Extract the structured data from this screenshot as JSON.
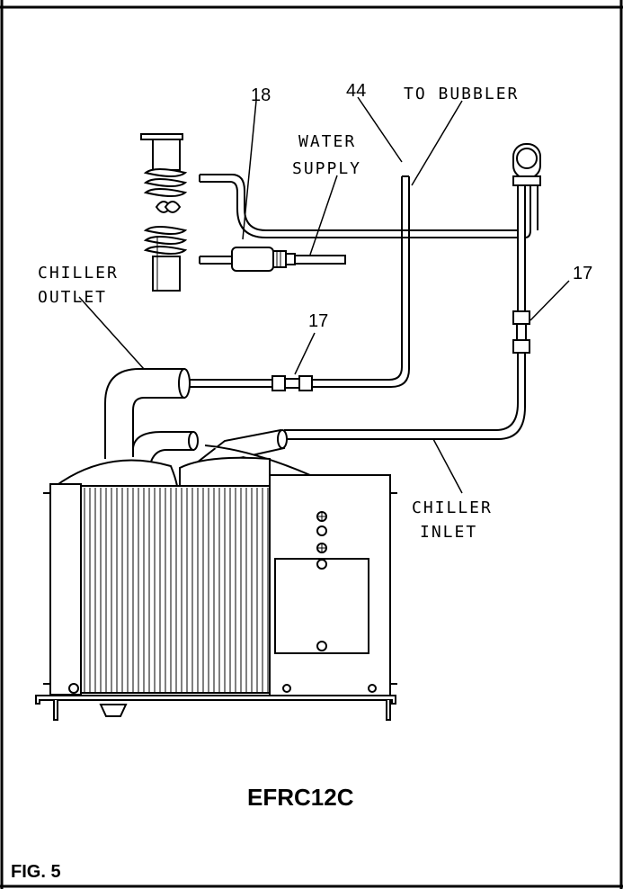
{
  "callouts": {
    "part_18": "18",
    "part_44": "44",
    "part_17_right": "17",
    "part_17_center": "17"
  },
  "labels": {
    "to_bubbler": "TO BUBBLER",
    "water_line1": "WATER",
    "water_line2": "SUPPLY",
    "chiller_outlet_line1": "CHILLER",
    "chiller_outlet_line2": "OUTLET",
    "chiller_inlet_line1": "CHILLER",
    "chiller_inlet_line2": "INLET"
  },
  "model": "EFRC12C",
  "figure_label": "FIG. 5",
  "colors": {
    "line": "#000000",
    "background": "#ffffff"
  }
}
